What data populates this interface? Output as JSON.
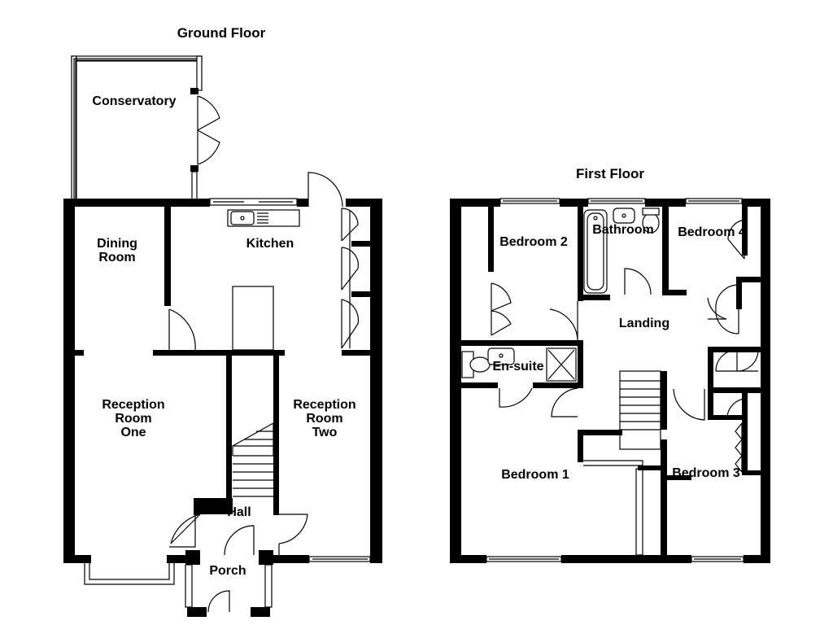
{
  "ground_floor": {
    "title": "Ground Floor",
    "rooms": {
      "conservatory": "Conservatory",
      "dining_room": [
        "Dining",
        "Room"
      ],
      "kitchen": "Kitchen",
      "reception_one": [
        "Reception",
        "Room",
        "One"
      ],
      "reception_two": [
        "Reception",
        "Room",
        "Two"
      ],
      "hall": "Hall",
      "porch": "Porch"
    }
  },
  "first_floor": {
    "title": "First Floor",
    "rooms": {
      "bedroom_2": "Bedroom 2",
      "bathroom": "Bathroom",
      "bedroom_4": "Bedroom 4",
      "landing": "Landing",
      "en_suite": "En-suite",
      "bedroom_1": "Bedroom 1",
      "bedroom_3": "Bedroom 3"
    }
  }
}
